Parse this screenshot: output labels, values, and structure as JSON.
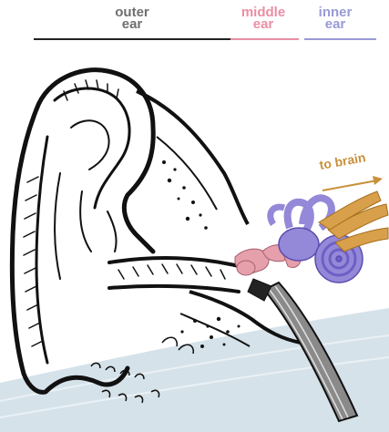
{
  "header": {
    "outer": {
      "line1": "outer",
      "line2": "ear"
    },
    "middle": {
      "line1": "middle",
      "line2": "ear"
    },
    "inner": {
      "line1": "inner",
      "line2": "ear"
    }
  },
  "annotations": {
    "to_brain": "to brain"
  },
  "colors": {
    "outer": "#6f6f6f",
    "middle": "#e98fa4",
    "inner": "#9a9ad6",
    "arrow": "#c8913d",
    "rule_outer": "#222222",
    "water": "#d5e2ea",
    "cochlea": "#9488d8",
    "ossicles": "#e5a0ab",
    "nerve": "#d8a04a"
  },
  "icons": [
    "cochlea-icon",
    "ossicles-icon",
    "auditory-nerve-icon",
    "ear-canal-icon",
    "to-brain-arrow-icon"
  ]
}
